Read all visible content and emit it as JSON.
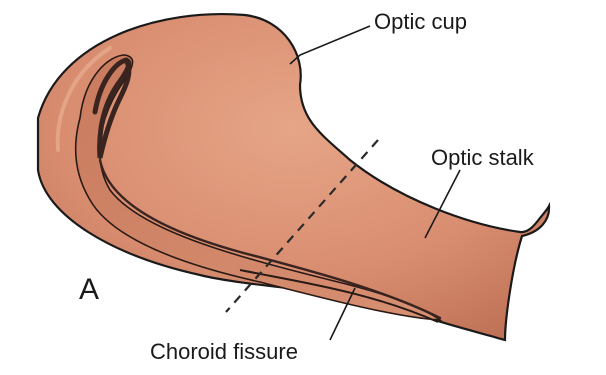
{
  "figure": {
    "panel_letter": "A",
    "labels": {
      "optic_cup": "Optic cup",
      "optic_stalk": "Optic stalk",
      "choroid_fissure": "Choroid fissure"
    }
  },
  "colors": {
    "tissue": "#D98D70",
    "tissue_shadow": "#B86A50",
    "tissue_highlight": "#E5A487",
    "groove": "#3A2420",
    "outline": "#1A1A1A",
    "background": "#FFFFFF"
  }
}
